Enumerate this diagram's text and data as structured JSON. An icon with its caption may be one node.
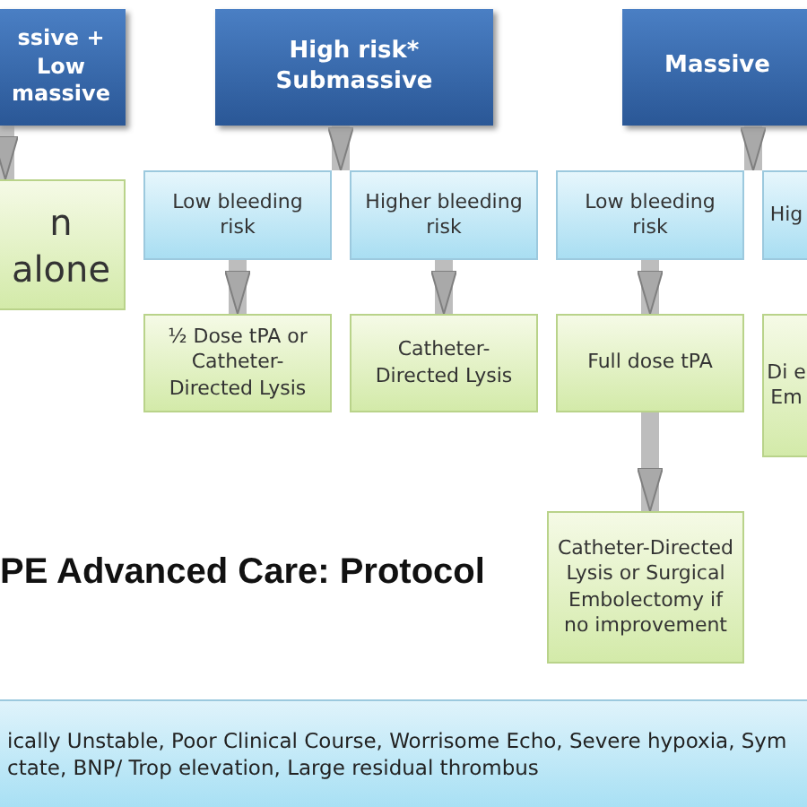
{
  "diagram": {
    "title": "PE Advanced Care: Protocol",
    "nodes": [
      {
        "text": [
          "ssive + Low massive"
        ]
      },
      {
        "text": [
          "High risk* Submassive"
        ]
      },
      {
        "text": [
          "Massive"
        ]
      },
      {
        "text": [
          "n alone"
        ]
      },
      {
        "text": [
          "Low bleeding risk"
        ]
      },
      {
        "text": [
          "Higher bleeding risk"
        ]
      },
      {
        "text": [
          "Low bleeding risk"
        ]
      },
      {
        "text": [
          "Hig"
        ]
      },
      {
        "text": [
          "½ Dose tPA or Catheter-Directed Lysis"
        ]
      },
      {
        "text": [
          "Catheter-Directed Lysis"
        ]
      },
      {
        "text": [
          "Full dose tPA"
        ]
      },
      {
        "text": [
          "Di e Em"
        ]
      },
      {
        "text": [
          "Catheter-Directed Lysis or Surgical Embolectomy if no improvement"
        ]
      },
      {
        "text": [
          "ically Unstable, Poor Clinical Course, Worrisome Echo, Severe hypoxia, Sym ctate, BNP/ Trop elevation, Large residual thrombus"
        ]
      }
    ],
    "edges": [
      {
        "from": 0,
        "to": 3,
        "arrow": "to"
      },
      {
        "from": 1,
        "to": 4,
        "arrow": "to"
      },
      {
        "from": 1,
        "to": 5,
        "arrow": "to"
      },
      {
        "from": 2,
        "to": 6,
        "arrow": "to"
      },
      {
        "from": 2,
        "to": 7,
        "arrow": "to"
      },
      {
        "from": 4,
        "to": 8,
        "arrow": "to"
      },
      {
        "from": 5,
        "to": 9,
        "arrow": "to"
      },
      {
        "from": 6,
        "to": 10,
        "arrow": "to"
      },
      {
        "from": 10,
        "to": 12,
        "arrow": "to"
      }
    ]
  }
}
